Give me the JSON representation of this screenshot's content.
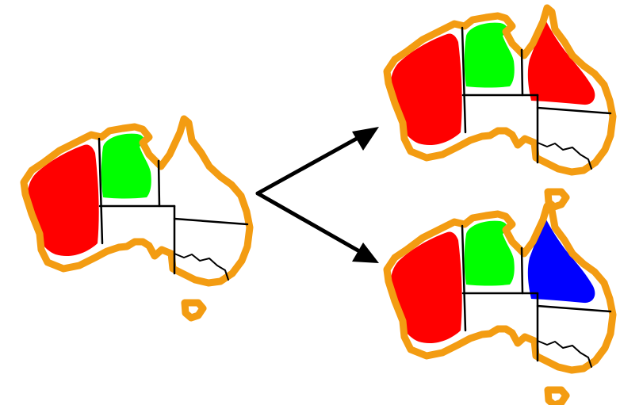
{
  "colors": {
    "coastline": "#f39c12",
    "borders": "#000000",
    "red": "#ff0000",
    "green": "#00ff00",
    "blue": "#0000ff",
    "background": "#ffffff"
  },
  "maps": [
    {
      "id": "initial",
      "regions": {
        "WA": "red",
        "NT": "green",
        "SA": "none",
        "Q": "none",
        "NSW": "none",
        "V": "none",
        "T": "none"
      }
    },
    {
      "id": "branch-queensland-red",
      "regions": {
        "WA": "red",
        "NT": "green",
        "SA": "none",
        "Q": "red",
        "NSW": "none",
        "V": "none",
        "T": "none"
      }
    },
    {
      "id": "branch-queensland-blue",
      "regions": {
        "WA": "red",
        "NT": "green",
        "SA": "none",
        "Q": "blue",
        "NSW": "none",
        "V": "none",
        "T": "none"
      }
    }
  ],
  "arrows": [
    {
      "from": "initial",
      "to": "branch-queensland-red"
    },
    {
      "from": "initial",
      "to": "branch-queensland-blue"
    }
  ]
}
